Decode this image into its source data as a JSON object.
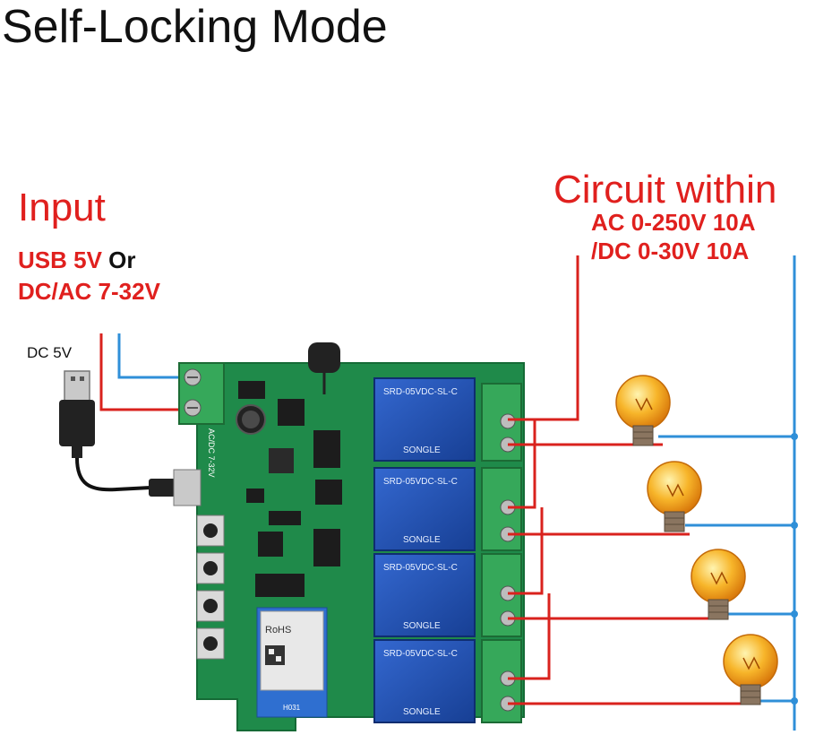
{
  "title": "Self-Locking Mode",
  "input": {
    "heading": "Input",
    "line1_a": "USB 5V",
    "line1_b": " Or",
    "line2": "DC/AC 7-32V",
    "dc_label": "DC 5V"
  },
  "circuit": {
    "heading": "Circuit within",
    "line1": "AC 0-250V 10A",
    "line2": "/DC 0-30V 10A"
  },
  "board": {
    "terminal_label": "AC/DC 7-32V",
    "relay_model": "SRD-05VDC-SL-C",
    "relay_brand": "SONGLE",
    "module_mark": "RoHS",
    "module_id": "H031"
  },
  "colors": {
    "red_text": "#e0201e",
    "wire_red": "#d9221d",
    "wire_blue": "#2f8fd8",
    "pcb_green": "#1f8a4a",
    "terminal_green": "#36a85a",
    "relay_blue": "#1d4fb0",
    "bulb_amber": "#f2a01a"
  },
  "icons": [
    "usb-plug-icon",
    "light-bulb-icon",
    "relay-icon",
    "antenna-icon"
  ]
}
